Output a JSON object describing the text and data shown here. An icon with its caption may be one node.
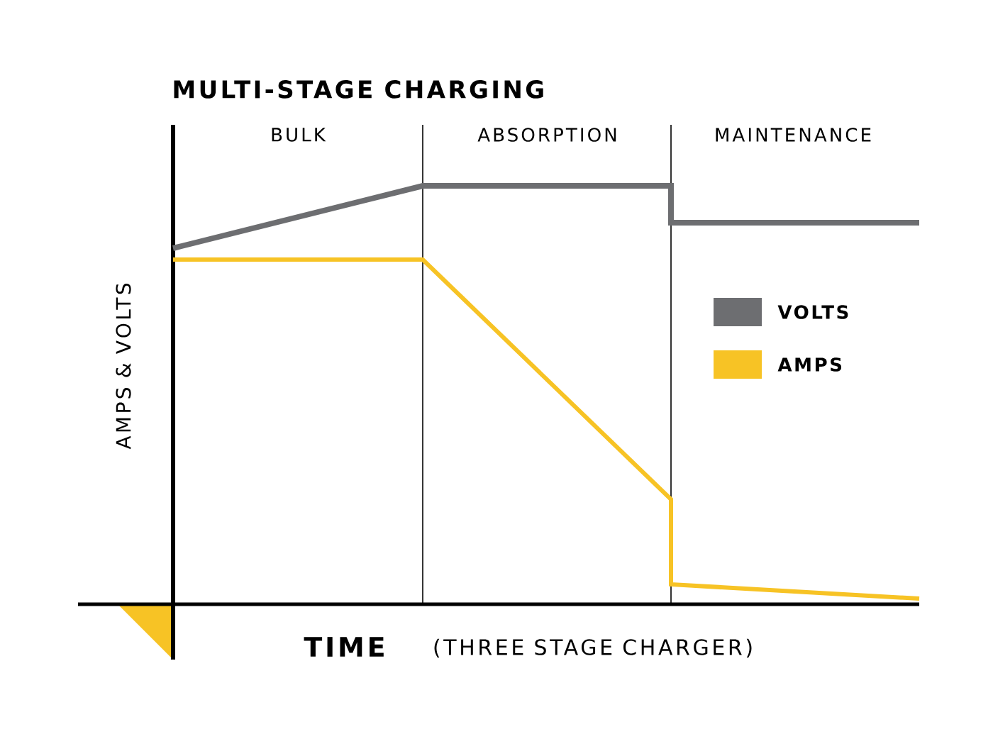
{
  "diagram": {
    "title": "MULTI-STAGE CHARGING",
    "labels": [
      "BULK",
      "ABSORPTION",
      "MAINTENANCE",
      "AMPS & VOLTS",
      "TIME",
      "(THREE STAGE CHARGER)"
    ],
    "legend": [
      {
        "text": "VOLTS",
        "color": "#6d6e71"
      },
      {
        "text": "AMPS",
        "color": "#f7c325"
      }
    ]
  }
}
